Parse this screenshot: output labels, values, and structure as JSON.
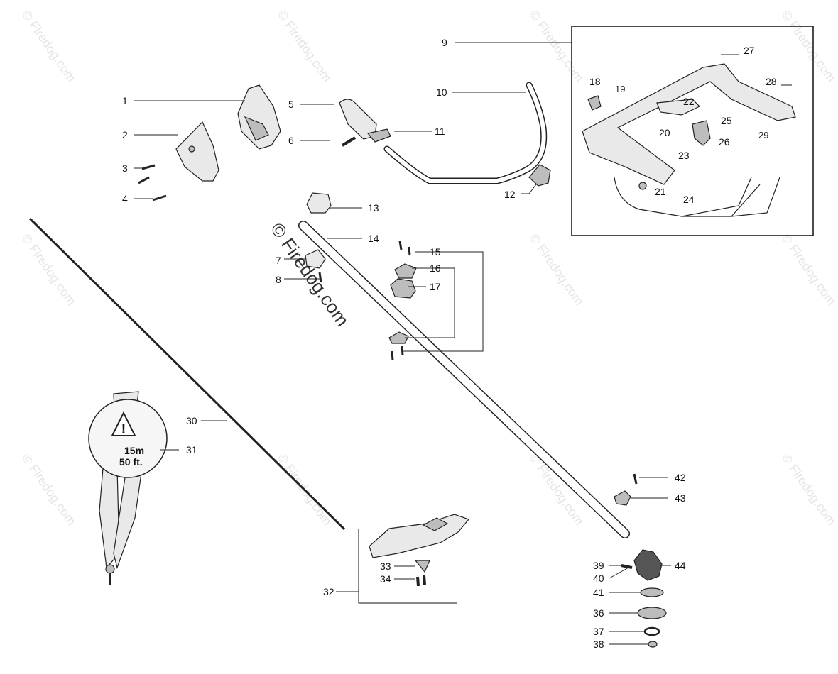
{
  "watermark": {
    "text": "© Firedog.com",
    "large_text": "© Firedog.com"
  },
  "labels": {
    "p1": "1",
    "p2": "2",
    "p3": "3",
    "p4": "4",
    "p5": "5",
    "p6": "6",
    "p7": "7",
    "p8": "8",
    "p9": "9",
    "p10": "10",
    "p11": "11",
    "p12": "12",
    "p13": "13",
    "p14": "14",
    "p15": "15",
    "p16": "16",
    "p17": "17",
    "p18": "18",
    "p19": "19",
    "p20": "20",
    "p21": "21",
    "p22": "22",
    "p23": "23",
    "p24": "24",
    "p25": "25",
    "p26": "26",
    "p27": "27",
    "p28": "28",
    "p29": "29",
    "p30": "30",
    "p31": "31",
    "p32": "32",
    "p33": "33",
    "p34": "34",
    "p36": "36",
    "p37": "37",
    "p38": "38",
    "p39": "39",
    "p40": "40",
    "p41": "41",
    "p42": "42",
    "p43": "43",
    "p44": "44"
  },
  "decal": {
    "distance_m": "15m",
    "distance_ft": "50 ft."
  }
}
